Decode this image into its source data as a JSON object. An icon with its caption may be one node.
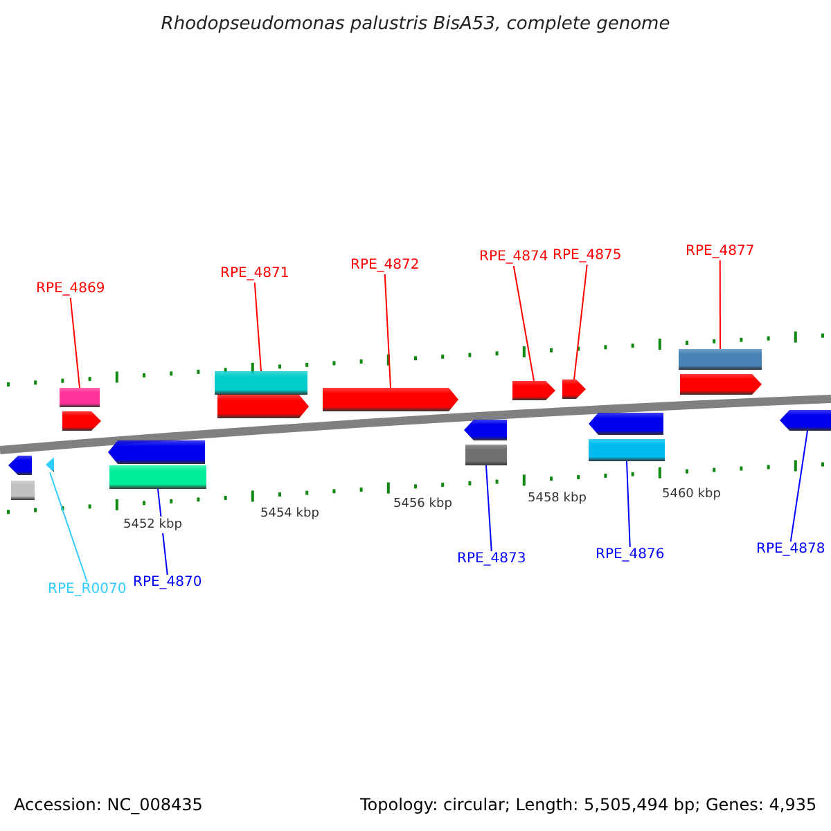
{
  "diagram": {
    "title": "Rhodopseudomonas palustris BisA53, complete genome",
    "nodes": [
      {
        "text": [
          "RPE_4869"
        ]
      },
      {
        "text": [
          "RPE_4871"
        ]
      },
      {
        "text": [
          "RPE_4872"
        ]
      },
      {
        "text": [
          "RPE_4874"
        ]
      },
      {
        "text": [
          "RPE_4875"
        ]
      },
      {
        "text": [
          "RPE_4877"
        ]
      },
      {
        "text": [],
        "shape": "arrow"
      },
      {
        "text": [],
        "shape": "box"
      },
      {
        "text": [],
        "shape": "triangle"
      },
      {
        "text": [],
        "shape": "box"
      },
      {
        "text": [],
        "shape": "arrow"
      },
      {
        "text": [],
        "shape": "arrow"
      },
      {
        "text": [],
        "shape": "box"
      },
      {
        "text": [],
        "shape": "box"
      },
      {
        "text": [],
        "shape": "arrow"
      },
      {
        "text": [],
        "shape": "arrow"
      },
      {
        "text": [],
        "shape": "arrow"
      },
      {
        "text": [],
        "shape": "box"
      },
      {
        "text": [],
        "shape": "arrow"
      },
      {
        "text": [],
        "shape": "arrow"
      },
      {
        "text": [],
        "shape": "arrow"
      },
      {
        "text": [],
        "shape": "box"
      },
      {
        "text": [],
        "shape": "box"
      },
      {
        "text": [],
        "shape": "arrow"
      },
      {
        "text": [],
        "shape": "arrow"
      },
      {
        "text": [
          "RPE_R0070"
        ]
      },
      {
        "text": [
          "RPE_4870"
        ]
      },
      {
        "text": [
          "RPE_4873"
        ]
      },
      {
        "text": [
          "RPE_4876"
        ]
      },
      {
        "text": [
          "RPE_4878"
        ]
      }
    ],
    "edges": [
      {
        "from": 0,
        "to": 9,
        "arrow": "none"
      },
      {
        "from": 1,
        "to": 13,
        "arrow": "none"
      },
      {
        "from": 2,
        "to": 15,
        "arrow": "none"
      },
      {
        "from": 3,
        "to": 18,
        "arrow": "none"
      },
      {
        "from": 4,
        "to": 19,
        "arrow": "none"
      },
      {
        "from": 5,
        "to": 22,
        "arrow": "none"
      },
      {
        "from": 25,
        "to": 8,
        "arrow": "none",
        "color": "#33ccff"
      },
      {
        "from": 26,
        "to": 12,
        "arrow": "none",
        "color": "#0000ff"
      },
      {
        "from": 27,
        "to": 17,
        "arrow": "none",
        "color": "#0000ff"
      },
      {
        "from": 28,
        "to": 21,
        "arrow": "none",
        "color": "#0000ff"
      },
      {
        "from": 29,
        "to": 24,
        "arrow": "none",
        "color": "#0000ff"
      }
    ],
    "labels": [
      "5452 kbp",
      "5454 kbp",
      "5456 kbp",
      "5458 kbp",
      "5460 kbp",
      "Accession: NC_008435",
      "Topology: circular; Length: 5,505,494 bp; Genes: 4,935"
    ]
  }
}
